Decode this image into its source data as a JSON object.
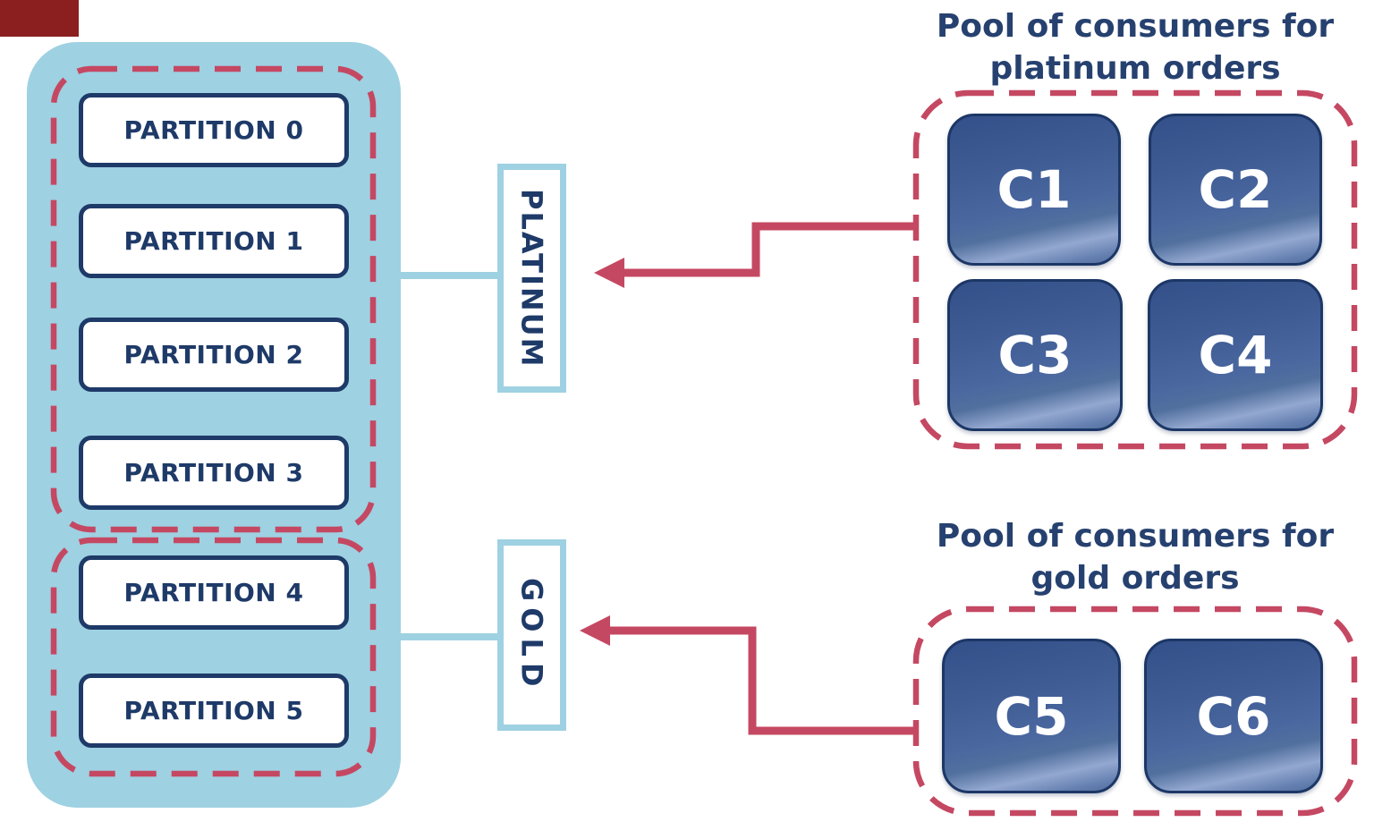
{
  "diagram": {
    "topic": {
      "partitions": [
        "PARTITION 0",
        "PARTITION 1",
        "PARTITION 2",
        "PARTITION 3",
        "PARTITION 4",
        "PARTITION 5"
      ]
    },
    "tiers": {
      "platinum": "PLATINUM",
      "gold": "GOLD"
    },
    "pools": {
      "platinum": {
        "title_line1": "Pool of consumers for",
        "title_line2": "platinum orders",
        "consumers": [
          "C1",
          "C2",
          "C3",
          "C4"
        ]
      },
      "gold": {
        "title_line1": "Pool of consumers for",
        "title_line2": "gold orders",
        "consumers": [
          "C5",
          "C6"
        ]
      }
    },
    "colors": {
      "topic_fill": "#9ed1e2",
      "navy_outline": "#1e3a68",
      "title_navy": "#26416f",
      "dashed_red": "#c54862",
      "consumer_blue_top": "#34508a",
      "consumer_blue_bottom": "#52709f",
      "corner_red": "#8b1e1e",
      "box_fill_white": "#ffffff"
    }
  }
}
